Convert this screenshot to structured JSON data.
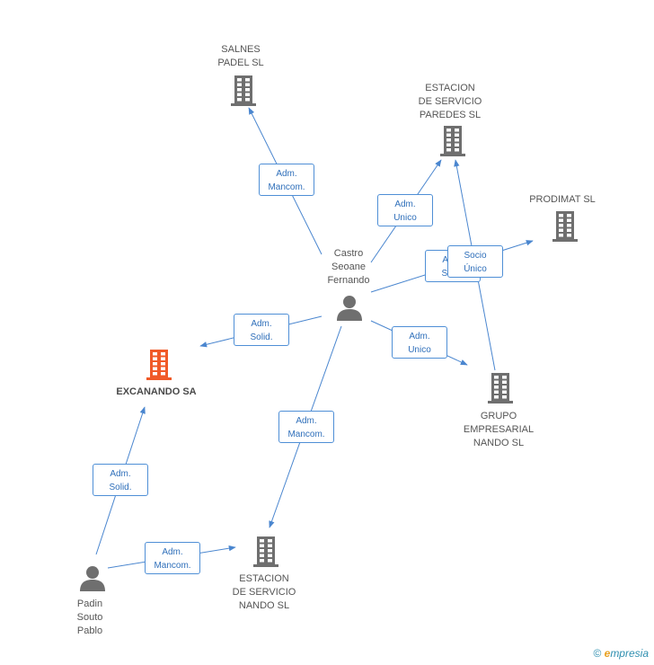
{
  "colors": {
    "edge": "#4a86cf",
    "building": "#6f6f6f",
    "building_main": "#f05a28",
    "person": "#6f6f6f"
  },
  "nodes": [
    {
      "id": "salnes",
      "type": "company",
      "label": "SALNES\nPADEL SL"
    },
    {
      "id": "estacion_paredes",
      "type": "company",
      "label": "ESTACION\nDE SERVICIO\nPAREDES  SL"
    },
    {
      "id": "prodimat",
      "type": "company",
      "label": "PRODIMAT SL"
    },
    {
      "id": "castro",
      "type": "person",
      "label": "Castro\nSeoane\nFernando"
    },
    {
      "id": "excanando",
      "type": "company_main",
      "label": "EXCANANDO SA"
    },
    {
      "id": "grupo",
      "type": "company",
      "label": "GRUPO\nEMPRESARIAL\nNANDO SL"
    },
    {
      "id": "estacion_nando",
      "type": "company",
      "label": "ESTACION\nDE SERVICIO\nNANDO  SL"
    },
    {
      "id": "padin",
      "type": "person",
      "label": "Padin\nSouto\nPablo"
    }
  ],
  "edges": [
    {
      "from": "castro",
      "to": "salnes",
      "label": "Adm.\nMancom."
    },
    {
      "from": "castro",
      "to": "estacion_paredes",
      "label": "Adm.\nUnico"
    },
    {
      "from": "castro",
      "to": "prodimat",
      "label": "Adm.\nSolid."
    },
    {
      "from": "grupo",
      "to": "estacion_paredes",
      "label": "Socio\nÚnico"
    },
    {
      "from": "castro",
      "to": "excanando",
      "label": "Adm.\nSolid."
    },
    {
      "from": "castro",
      "to": "grupo",
      "label": "Adm.\nUnico"
    },
    {
      "from": "castro",
      "to": "estacion_nando",
      "label": "Adm.\nMancom."
    },
    {
      "from": "padin",
      "to": "excanando",
      "label": "Adm.\nSolid."
    },
    {
      "from": "padin",
      "to": "estacion_nando",
      "label": "Adm.\nMancom."
    }
  ],
  "footer": {
    "copyright": "©",
    "brand_initial": "e",
    "brand_rest": "mpresia"
  }
}
